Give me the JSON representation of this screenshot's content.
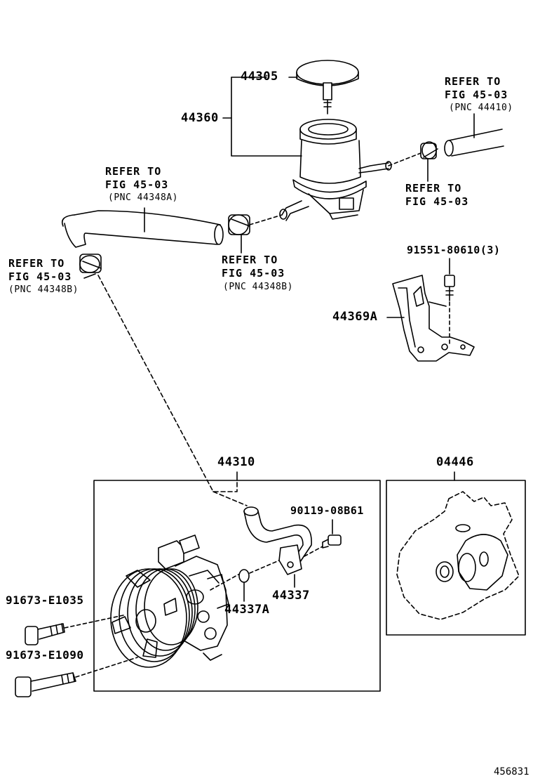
{
  "part_numbers": {
    "cap": "44305",
    "reservoir": "44360",
    "bracket": "44369A",
    "bolt_bracket": "91551-80610(3)",
    "pump_assy": "44310",
    "gasket_kit": "04446",
    "union_bolt": "90119-08B61",
    "pipe": "44337",
    "oring": "44337A",
    "bolt_short": "91673-E1035",
    "bolt_long": "91673-E1090"
  },
  "references": {
    "ref_top_right": {
      "line1": "REFER TO",
      "line2": "FIG 45-03",
      "line3": "(PNC 44410)"
    },
    "ref_clamp_right": {
      "line1": "REFER TO",
      "line2": "FIG 45-03"
    },
    "ref_hose_upper": {
      "line1": "REFER TO",
      "line2": "FIG 45-03",
      "line3": "(PNC 44348A)"
    },
    "ref_clamp_center": {
      "line1": "REFER TO",
      "line2": "FIG 45-03",
      "line3": "(PNC 44348B)"
    },
    "ref_clamp_left": {
      "line1": "REFER TO",
      "line2": "FIG 45-03",
      "line3": "(PNC 44348B)"
    }
  },
  "figure_id": "456831"
}
